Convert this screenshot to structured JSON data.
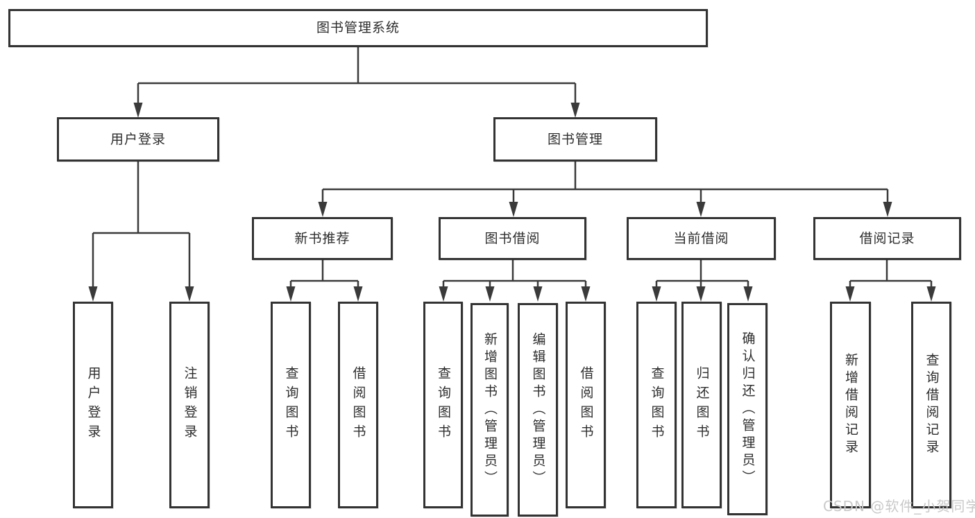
{
  "diagram_type": "hierarchy-tree",
  "watermark": {
    "text": "CSDN @软件_小贺同学",
    "color": "#c9c9c9"
  },
  "colors": {
    "line": "#3a3a3a",
    "box_border": "#333333",
    "box_fill": "#ffffff",
    "text": "#2d2d2d"
  },
  "tree": {
    "label": "图书管理系统",
    "children": [
      {
        "label": "用户登录",
        "children": [
          {
            "label": "用户登录"
          },
          {
            "label": "注销登录"
          }
        ]
      },
      {
        "label": "图书管理",
        "children": [
          {
            "label": "新书推荐",
            "children": [
              {
                "label": "查询图书"
              },
              {
                "label": "借阅图书"
              }
            ]
          },
          {
            "label": "图书借阅",
            "children": [
              {
                "label": "查询图书"
              },
              {
                "label": "新增图书（管理员）"
              },
              {
                "label": "编辑图书（管理员）"
              },
              {
                "label": "借阅图书"
              }
            ]
          },
          {
            "label": "当前借阅",
            "children": [
              {
                "label": "查询图书"
              },
              {
                "label": "归还图书"
              },
              {
                "label": "确认归还（管理员）"
              }
            ]
          },
          {
            "label": "借阅记录",
            "children": [
              {
                "label": "新增借阅记录"
              },
              {
                "label": "查询借阅记录"
              }
            ]
          }
        ]
      }
    ]
  }
}
